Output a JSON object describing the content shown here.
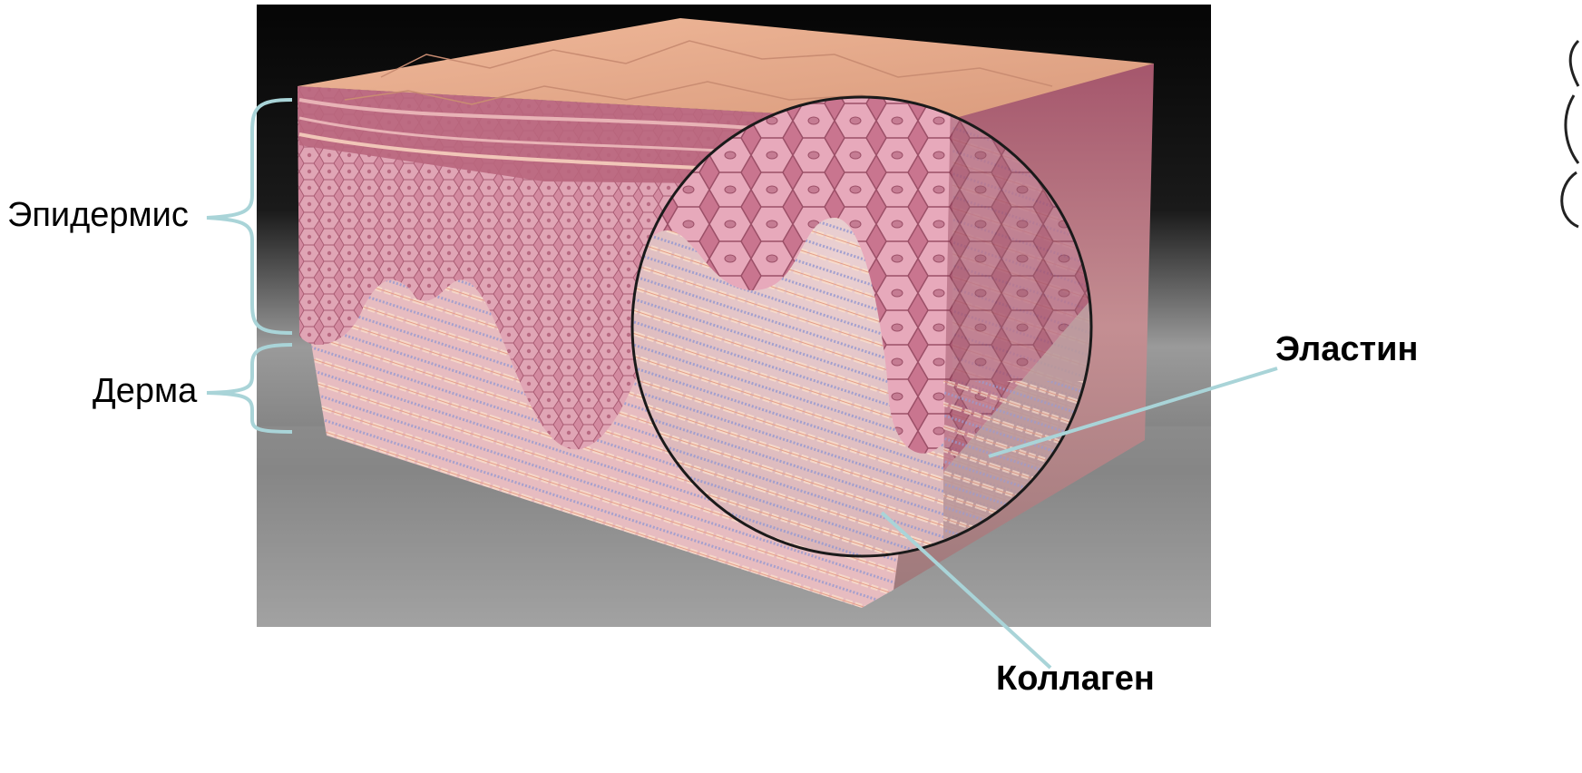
{
  "labels": {
    "epidermis": "Эпидермис",
    "dermis": "Дерма",
    "elastin": "Эластин",
    "collagen": "Коллаген"
  },
  "colors": {
    "leader_line": "#a9d4d8",
    "surface": "#e2a98a",
    "epidermis": "#cf7f97",
    "dermis": "#ecc3c5",
    "collagen": "#f4d2bf",
    "elastin": "#9a9bd0",
    "backdrop_top": "#000000",
    "backdrop_floor": "#8d8d8d"
  }
}
